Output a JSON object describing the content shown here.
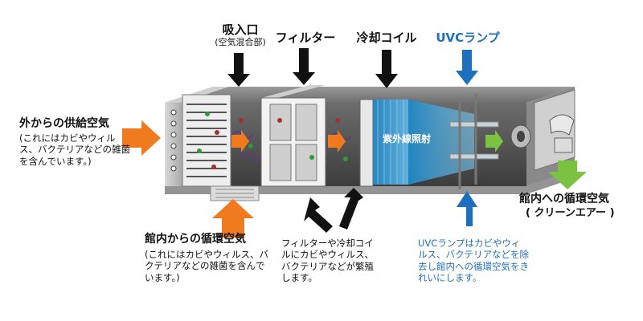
{
  "labels": {
    "intake": "吸入口",
    "intake_sub": "(空気混合部)",
    "filter": "フィルター",
    "coil": "冷却コイル",
    "uvc": "UVCランプ",
    "uv_irradiation": "紫外線照射",
    "outside_title": "外からの供給空気",
    "outside_desc": "(これにはカビやウィルス、バクテリアなどの雑菌を含んでいます。)",
    "return_title": "館内からの循環空気",
    "return_desc": "(これにはカビやウィルス、バクテリアなどの雑菌を含んでいます。)",
    "problem_desc": "フィルターや冷却コイルにカビやウィルス、バクテリアなどが繁殖します。",
    "uvc_desc": "UVCランプはカビやウィルス、バクテリアなどを除去し館内への循環空気をきれいにします。",
    "clean_title": "館内への循環空気",
    "clean_sub": "( クリーンエアー )"
  },
  "colors": {
    "orange": "#f07a1e",
    "green": "#7cc242",
    "blue": "#1f6fbf",
    "black": "#111111"
  }
}
